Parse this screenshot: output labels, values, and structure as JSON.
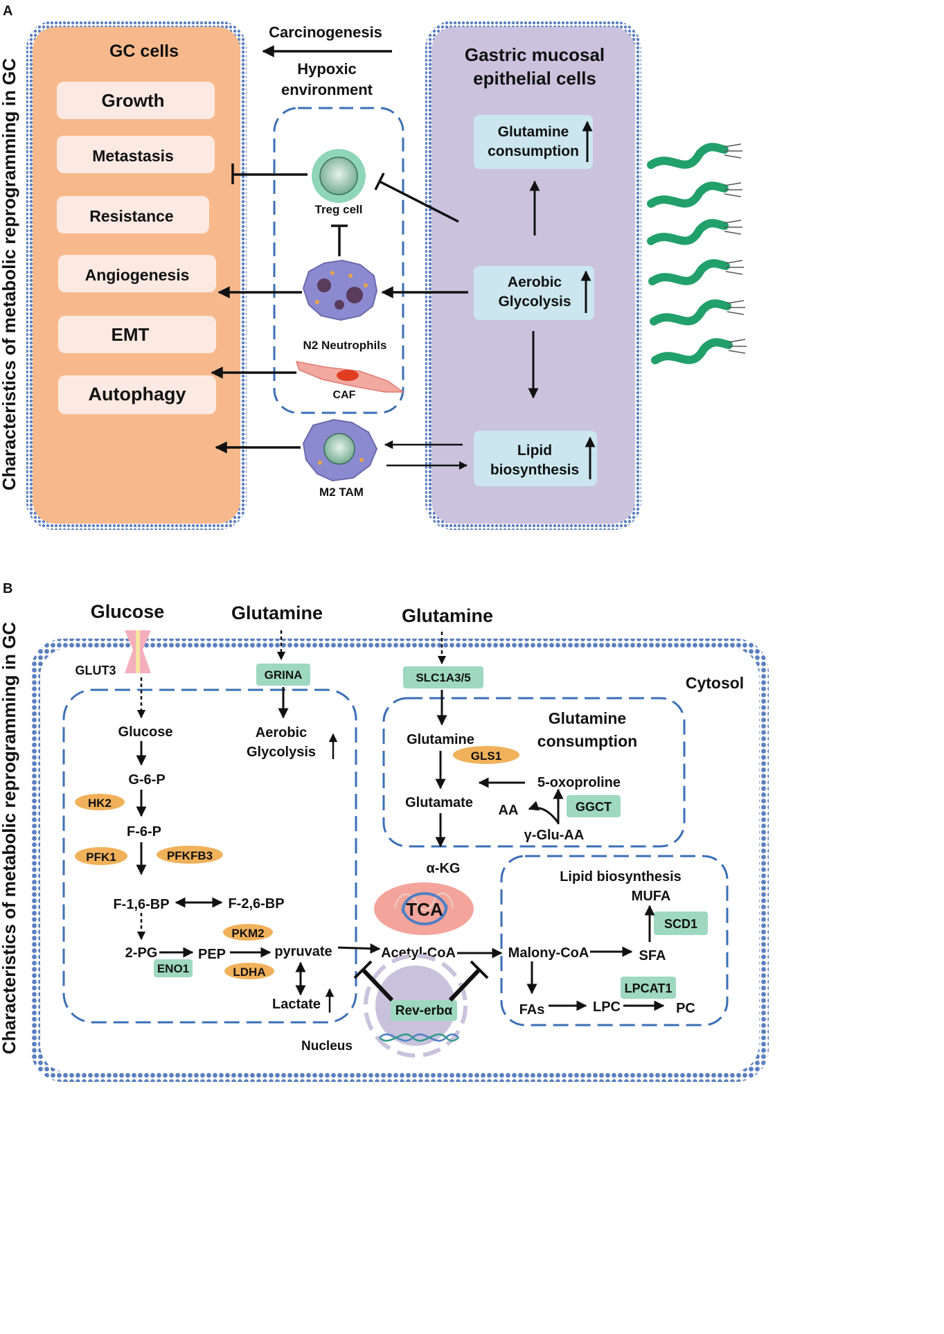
{
  "colors": {
    "gc_panel": "#f7b98c",
    "epithelial_panel": "#cbc2dd",
    "membrane": "#5b7fc0",
    "box_light": "#fce9e2",
    "enzyme_orange": "#f0b15a",
    "enzyme_green": "#9ed8c0",
    "box_blue": "#cbe6ef",
    "dashed_blue": "#3a6fb5",
    "bacteria": "#22a06b",
    "tca": "#f4a49a",
    "nucleus": "#c9c2dc"
  },
  "panel_a": {
    "label": "A",
    "vertical_title": "Characteristics of metabolic reprogramming in GC",
    "gc_title": "GC cells",
    "gc_items": [
      "Growth",
      "Metastasis",
      "Resistance",
      "Angiogenesis",
      "EMT",
      "Autophagy"
    ],
    "arrow_top_label": "Carcinogenesis",
    "hypoxic_line1": "Hypoxic",
    "hypoxic_line2": "environment",
    "epi_title_line1": "Gastric mucosal",
    "epi_title_line2": "epithelial cells",
    "gln_line1": "Glutamine",
    "gln_line2": "consumption",
    "aerobic_line1": "Aerobic",
    "aerobic_line2": "Glycolysis",
    "lipid_line1": "Lipid",
    "lipid_line2": "biosynthesis",
    "treg_label": "Treg cell",
    "n2_label": "N2 Neutrophils",
    "caf_label": "CAF",
    "m2_label": "M2 TAM",
    "bacteria_icon": "h-pylori-bacteria-icon"
  },
  "panel_b": {
    "label": "B",
    "vertical_title": "Characteristics of metabolic reprogramming in GC",
    "glucose_top": "Glucose",
    "glutamine_top1": "Glutamine",
    "glutamine_top2": "Glutamine",
    "cytosol": "Cytosol",
    "glut3": "GLUT3",
    "grina": "GRINA",
    "slc": "SLC1A3/5",
    "glucose": "Glucose",
    "g6p": "G-6-P",
    "f6p": "F-6-P",
    "f16bp": "F-1,6-BP",
    "f26bp": "F-2,6-BP",
    "pg2": "2-PG",
    "pep": "PEP",
    "pyruvate": "pyruvate",
    "lactate": "Lactate",
    "hk2": "HK2",
    "pfk1": "PFK1",
    "pfkfb3": "PFKFB3",
    "pkm2": "PKM2",
    "eno1": "ENO1",
    "ldha": "LDHA",
    "aerobic_line1": "Aerobic",
    "aerobic_line2": "Glycolysis",
    "gln_cons_line1": "Glutamine",
    "gln_cons_line2": "consumption",
    "glutamine_in": "Glutamine",
    "gls1": "GLS1",
    "glutamate": "Glutamate",
    "oxoproline": "5-oxoproline",
    "aa": "AA",
    "ggct": "GGCT",
    "gglu": "γ-Glu-AA",
    "akg": "α-KG",
    "tca": "TCA",
    "acetyl": "Acetyl-CoA",
    "reverb": "Rev-erbα",
    "nucleus": "Nucleus",
    "lipid_title": "Lipid biosynthesis",
    "mufa": "MUFA",
    "scd1": "SCD1",
    "malony": "Malony-CoA",
    "sfa": "SFA",
    "lpcat1": "LPCAT1",
    "fas": "FAs",
    "lpc": "LPC",
    "pc": "PC"
  }
}
